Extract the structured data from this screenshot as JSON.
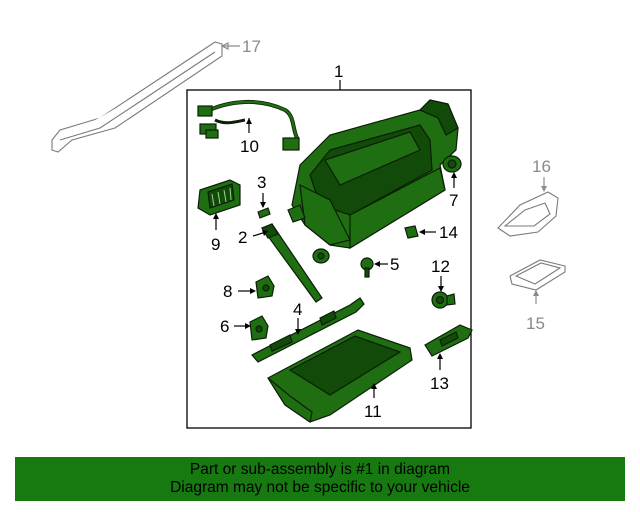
{
  "diagram": {
    "callouts": {
      "c1": "1",
      "c2": "2",
      "c3": "3",
      "c4": "4",
      "c5": "5",
      "c6": "6",
      "c7": "7",
      "c8": "8",
      "c9": "9",
      "c10": "10",
      "c11": "11",
      "c12": "12",
      "c13": "13",
      "c14": "14",
      "c15": "15",
      "c16": "16",
      "c17": "17"
    },
    "colors": {
      "highlight": "#1f6f12",
      "banner": "#177a10",
      "unhighlighted": "#7a7a7a"
    }
  },
  "banner": {
    "line1": "Part or sub-assembly is #1 in diagram",
    "line2": "Diagram may not be specific to your vehicle"
  }
}
